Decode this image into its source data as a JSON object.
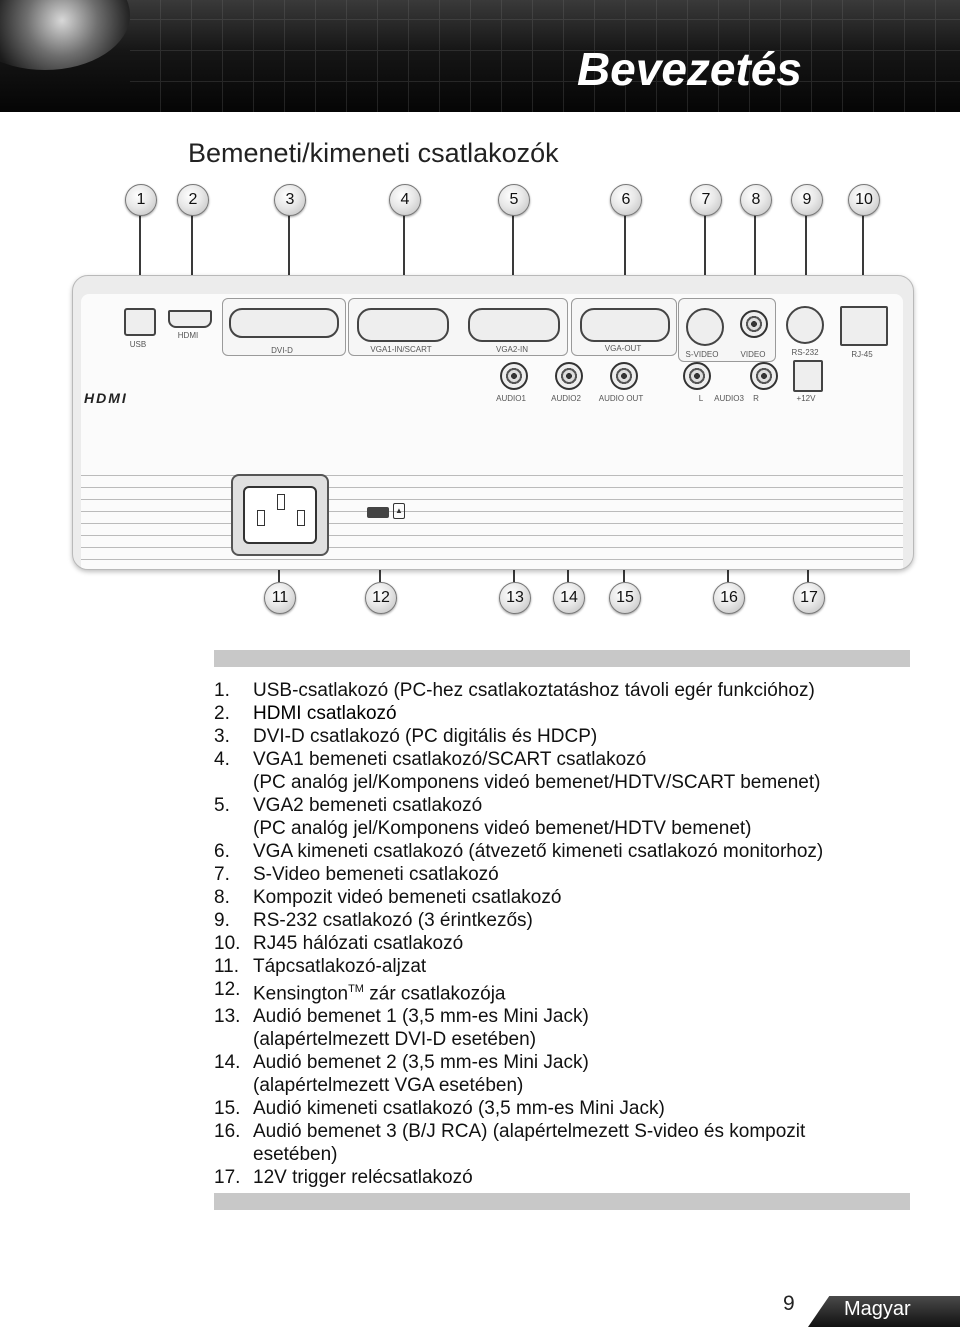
{
  "header": {
    "title": "Bevezetés"
  },
  "section_title": "Bemeneti/kimeneti csatlakozók",
  "callouts_top": [
    "1",
    "2",
    "3",
    "4",
    "5",
    "6",
    "7",
    "8",
    "9",
    "10"
  ],
  "callouts_bottom": [
    "11",
    "12",
    "13",
    "14",
    "15",
    "16",
    "17"
  ],
  "port_labels": {
    "usb": "USB",
    "hdmi": "HDMI",
    "dvi": "DVI-D",
    "vga1": "VGA1-IN/SCART",
    "vga2": "VGA2-IN",
    "vgaout": "VGA-OUT",
    "svideo": "S-VIDEO",
    "video": "VIDEO",
    "rs232": "RS-232",
    "rj45": "RJ-45",
    "audio1": "AUDIO1",
    "audio2": "AUDIO2",
    "audioout": "AUDIO OUT",
    "audio3_l": "L",
    "audio3": "AUDIO3",
    "audio3_r": "R",
    "v12": "+12V",
    "hdmi_logo": "HDMI"
  },
  "list_items": [
    {
      "num": "1.",
      "text": "USB-csatlakozó (PC-hez csatlakoztatáshoz távoli egér funkcióhoz)"
    },
    {
      "num": "2.",
      "text": "HDMI csatlakozó"
    },
    {
      "num": "3.",
      "text": "DVI-D csatlakozó (PC digitális és HDCP)"
    },
    {
      "num": "4.",
      "text": "VGA1 bemeneti csatlakozó/SCART csatlakozó"
    },
    {
      "num": "",
      "text": "(PC analóg jel/Komponens videó bemenet/HDTV/SCART bemenet)"
    },
    {
      "num": "5.",
      "text": "VGA2 bemeneti csatlakozó"
    },
    {
      "num": "",
      "text": "(PC analóg jel/Komponens videó bemenet/HDTV bemenet)"
    },
    {
      "num": "6.",
      "text": "VGA kimeneti csatlakozó (átvezető kimeneti csatlakozó monitorhoz)"
    },
    {
      "num": "7.",
      "text": "S-Video bemeneti csatlakozó"
    },
    {
      "num": "8.",
      "text": "Kompozit videó bemeneti csatlakozó"
    },
    {
      "num": "9.",
      "text": "RS-232 csatlakozó (3 érintkezős)"
    },
    {
      "num": "10.",
      "text": "RJ45 hálózati csatlakozó"
    },
    {
      "num": "11.",
      "text": "Tápcsatlakozó-aljzat"
    },
    {
      "num": "12.",
      "text": "Kensington",
      "sup": "TM",
      "text_after": " zár csatlakozója"
    },
    {
      "num": "13.",
      "text": "Audió bemenet 1 (3,5 mm-es Mini Jack)"
    },
    {
      "num": "",
      "text": "(alapértelmezett DVI-D esetében)"
    },
    {
      "num": "14.",
      "text": "Audió bemenet 2 (3,5 mm-es Mini Jack)"
    },
    {
      "num": "",
      "text": "(alapértelmezett VGA esetében)"
    },
    {
      "num": "15.",
      "text": "Audió kimeneti csatlakozó (3,5 mm-es Mini Jack)"
    },
    {
      "num": "16.",
      "text": "Audió bemenet 3 (B/J RCA) (alapértelmezett S-video és kompozit"
    },
    {
      "num": "",
      "text": "esetében)"
    },
    {
      "num": "17.",
      "text": "12V trigger relécsatlakozó"
    }
  ],
  "footer": {
    "page": "9",
    "language": "Magyar"
  }
}
